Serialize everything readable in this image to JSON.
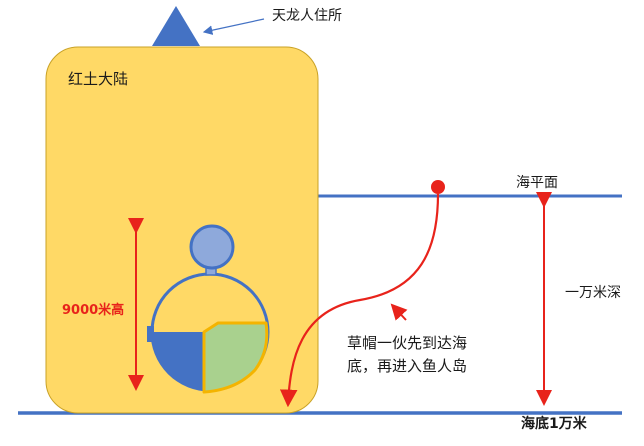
{
  "labels": {
    "skypiea": "天龙人住所",
    "red_line": "红土大陆",
    "sea_level": "海平面",
    "depth": "一万米深",
    "seafloor": "海底1万米",
    "height": "9000米高",
    "route_line1": "草帽一伙先到达海",
    "route_line2": "底，再进入鱼人岛"
  },
  "colors": {
    "continent": "#FFD966",
    "continent_border": "#C9A227",
    "triangle": "#4472C4",
    "sea_line": "#4472C4",
    "island_outer": "#4472C4",
    "island_head": "#8EA9DB",
    "island_blue": "#4472C4",
    "island_green": "#A9D18E",
    "island_orange_outline": "#F4B400",
    "arrow_red": "#E8231B",
    "text_red": "#E8231B",
    "text_dark": "#1A1A1A"
  }
}
